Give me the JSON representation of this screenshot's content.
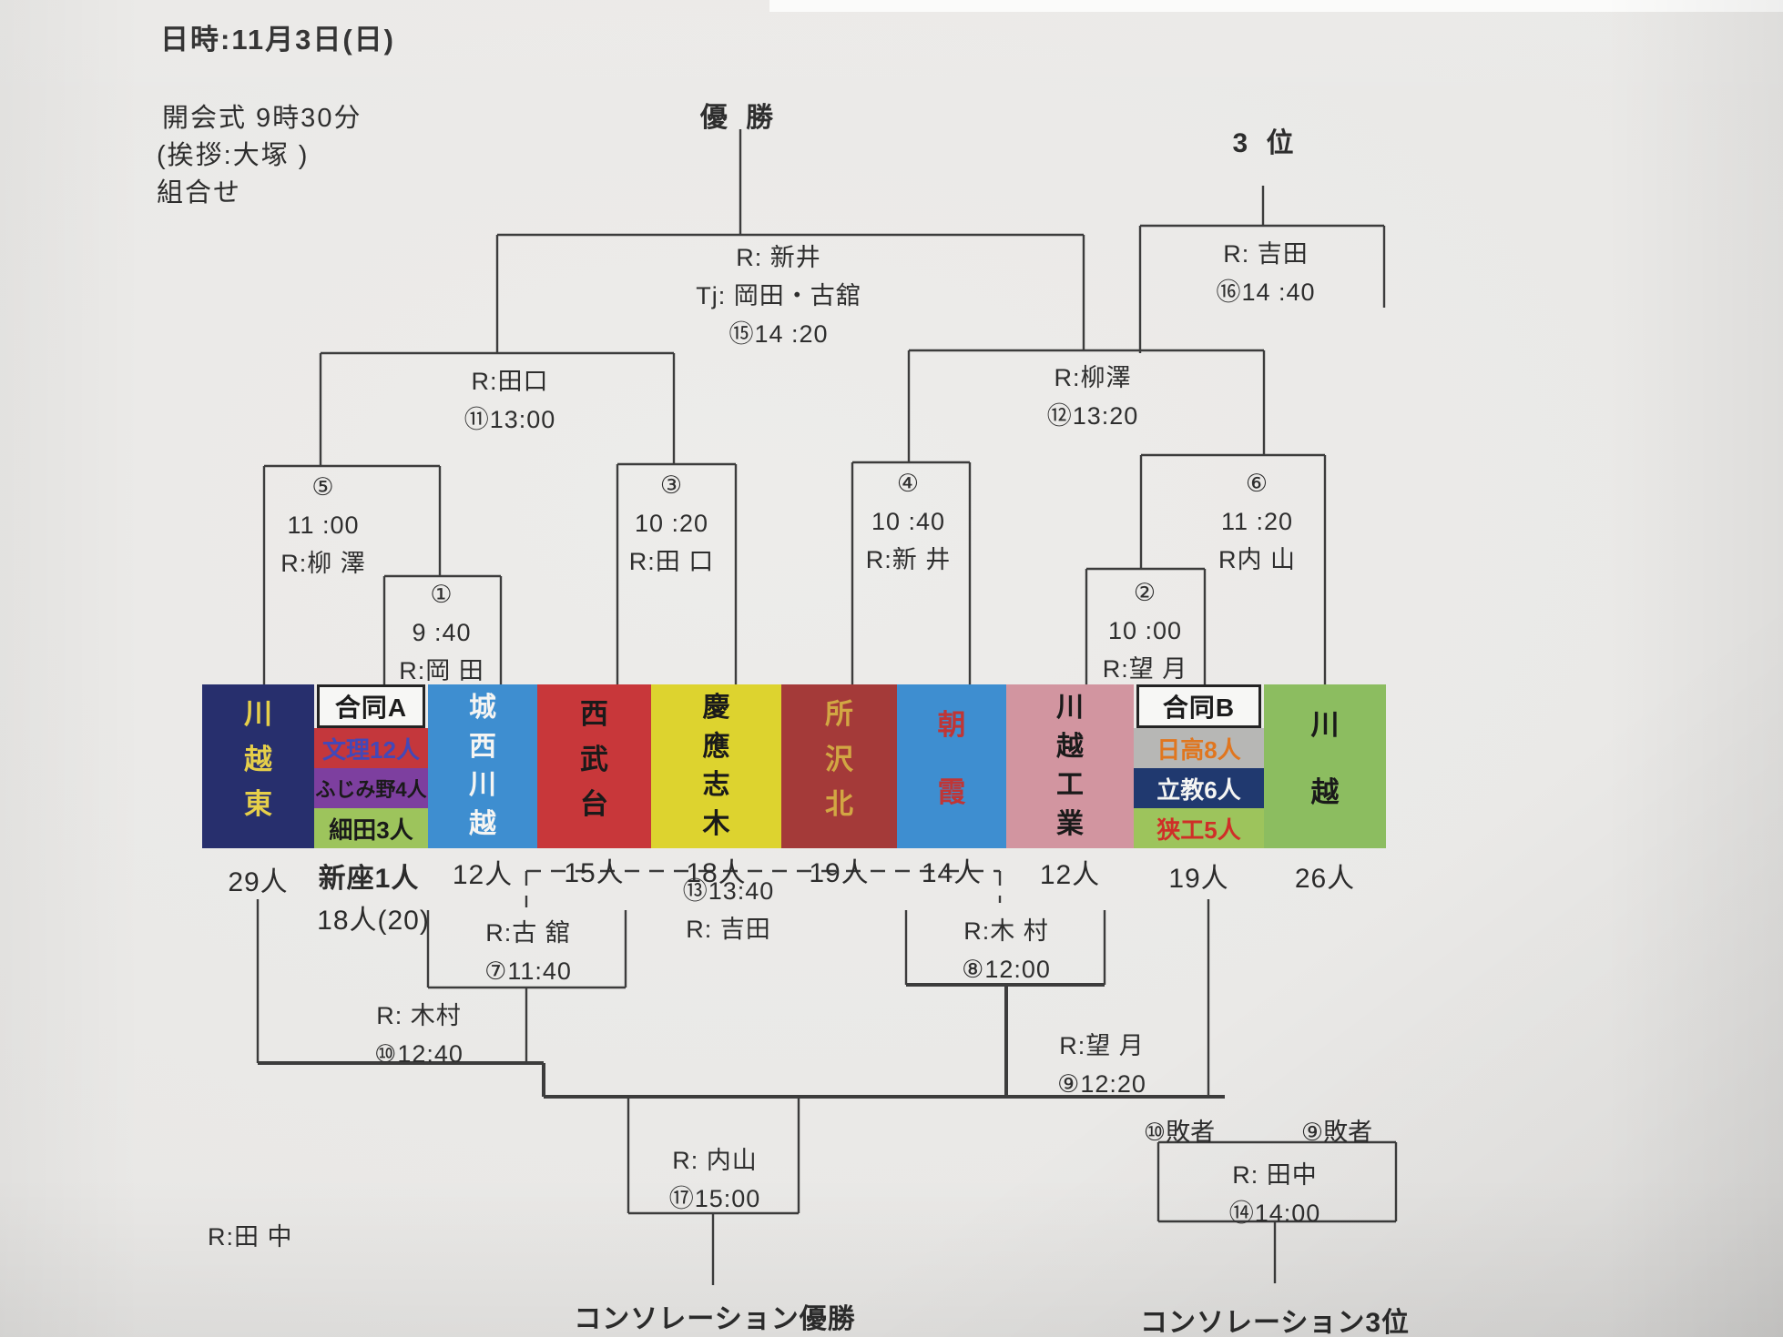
{
  "header": {
    "title": "日時:11月3日(日)",
    "opening": "開会式 9時30分",
    "greeting": "(挨拶:大塚 )",
    "pairing": "組合せ"
  },
  "bracket": {
    "champion_label": "優 勝",
    "third_place_label": "3 位",
    "consolation_champion_label": "コンソレーション優勝",
    "consolation_third_label": "コンソレーション3位",
    "stray_referee": "R:田 中"
  },
  "matches": {
    "m15": {
      "lines": [
        "R: 新井",
        "Tj: 岡田・古舘",
        "⑮14 :20"
      ]
    },
    "m16": {
      "lines": [
        "R: 吉田",
        "⑯14 :40"
      ]
    },
    "m11": {
      "lines": [
        "R:田口",
        "⑪13:00"
      ]
    },
    "m12": {
      "lines": [
        "R:柳澤",
        "⑫13:20"
      ]
    },
    "m5": {
      "lines": [
        "⑤",
        "11 :00",
        "R:柳 澤"
      ]
    },
    "m1": {
      "lines": [
        "①",
        "9 :40",
        "R:岡 田"
      ]
    },
    "m3": {
      "lines": [
        "③",
        "10 :20",
        "R:田 口"
      ]
    },
    "m4": {
      "lines": [
        "④",
        "10 :40",
        "R:新 井"
      ]
    },
    "m2": {
      "lines": [
        "②",
        "10 :00",
        "R:望 月"
      ]
    },
    "m6": {
      "lines": [
        "⑥",
        "11 :20",
        "R内 山"
      ]
    },
    "m7": {
      "lines": [
        "R:古 舘",
        "⑦11:40"
      ]
    },
    "m8": {
      "lines": [
        "R:木 村",
        "⑧12:00"
      ]
    },
    "m13": {
      "lines": [
        "⑬13:40",
        "R: 吉田"
      ]
    },
    "m10": {
      "lines": [
        "R: 木村",
        "⑩12:40"
      ]
    },
    "m9": {
      "lines": [
        "R:望 月",
        "⑨12:20"
      ]
    },
    "m17": {
      "lines": [
        "R: 内山",
        "⑰15:00"
      ]
    },
    "m14": {
      "loser_left": "⑩敗者",
      "loser_right": "⑨敗者",
      "lines": [
        "R: 田中",
        "⑭14:00"
      ]
    }
  },
  "teams": [
    {
      "name": "川越東",
      "count": "29人",
      "bg": "#272f6d",
      "color": "#e6cf4a"
    },
    {
      "name": "合同A",
      "count": "新座1人",
      "count2": "18人(20)",
      "members": [
        {
          "label": "文理12人",
          "bg": "#c4373c",
          "color": "#4348b8"
        },
        {
          "label": "ふじみ野4人",
          "bg": "#7d3f9f",
          "color": "#1a1a1a"
        },
        {
          "label": "細田3人",
          "bg": "#9dc45c",
          "color": "#1a1a1a"
        }
      ]
    },
    {
      "name": "城西川越",
      "count": "12人",
      "bg": "#3e8ed0",
      "color": "#f5f5f3"
    },
    {
      "name": "西武台",
      "count": "15人",
      "bg": "#c8373a",
      "color": "#1a1a1a"
    },
    {
      "name": "慶應志木",
      "count": "18人",
      "bg": "#ddd32f",
      "color": "#1a1a1a"
    },
    {
      "name": "所沢北",
      "count": "19人",
      "bg": "#a43a39",
      "color": "#d2a743"
    },
    {
      "name": "朝霞",
      "count": "14人",
      "bg": "#3e8ed0",
      "color": "#c03535"
    },
    {
      "name": "川越工業",
      "count": "12人",
      "bg": "#d295a0",
      "color": "#1a1a1a"
    },
    {
      "name": "合同B",
      "count": "19人",
      "members": [
        {
          "label": "日高8人",
          "bg": "#b7b7b5",
          "color": "#e0761f"
        },
        {
          "label": "立教6人",
          "bg": "#20396f",
          "color": "#f5f5f3"
        },
        {
          "label": "狭工5人",
          "bg": "#9dc45c",
          "color": "#cf2f28"
        }
      ]
    },
    {
      "name": "川越",
      "count": "26人",
      "bg": "#8cbd60",
      "color": "#1a1a1a"
    }
  ]
}
